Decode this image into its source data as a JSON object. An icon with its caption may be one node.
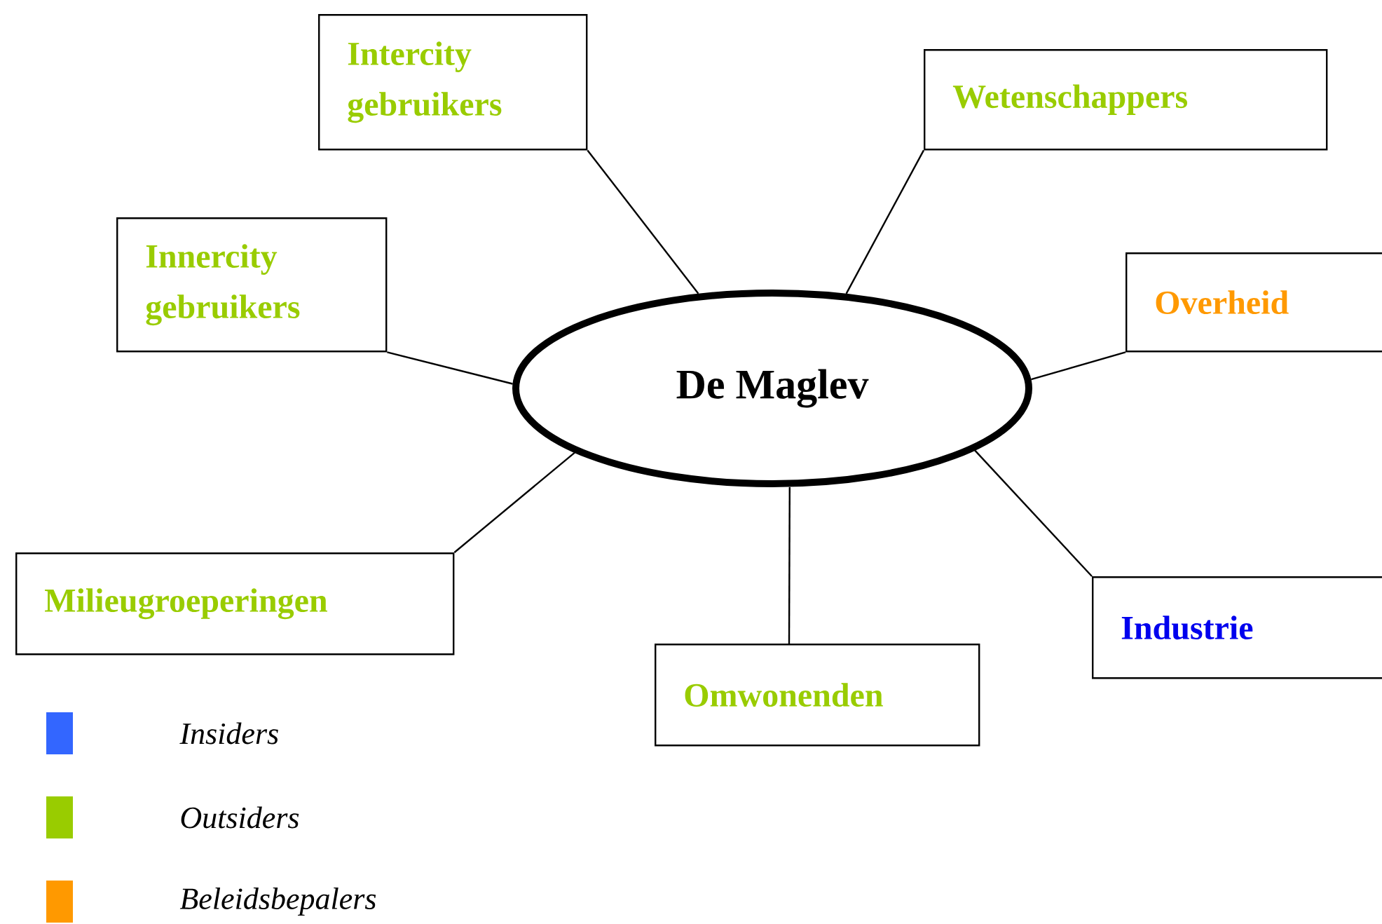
{
  "diagram": {
    "nodes": [
      {
        "text": [
          "Intercity gebruikers"
        ]
      },
      {
        "text": [
          "Wetenschappers"
        ]
      },
      {
        "text": [
          "Innercity gebruikers"
        ]
      },
      {
        "text": [
          "Overheid"
        ]
      },
      {
        "text": [
          "De Maglev"
        ]
      },
      {
        "text": [
          "Milieugroeperingen"
        ]
      },
      {
        "text": [
          "Industrie"
        ]
      },
      {
        "text": [
          "Omwonenden"
        ]
      }
    ],
    "edges": [
      {
        "from": 0,
        "to": 4,
        "arrow": "none"
      },
      {
        "from": 1,
        "to": 4,
        "arrow": "none"
      },
      {
        "from": 2,
        "to": 4,
        "arrow": "none"
      },
      {
        "from": 3,
        "to": 4,
        "arrow": "none"
      },
      {
        "from": 5,
        "to": 4,
        "arrow": "none"
      },
      {
        "from": 7,
        "to": 4,
        "arrow": "none"
      },
      {
        "from": 6,
        "to": 4,
        "arrow": "none"
      }
    ],
    "legend": [
      {
        "text": "Insiders",
        "color": "#3366ff"
      },
      {
        "text": "Outsiders",
        "color": "#99cc00"
      },
      {
        "text": "Beleidsbepalers",
        "color": "#ff9900"
      }
    ]
  }
}
